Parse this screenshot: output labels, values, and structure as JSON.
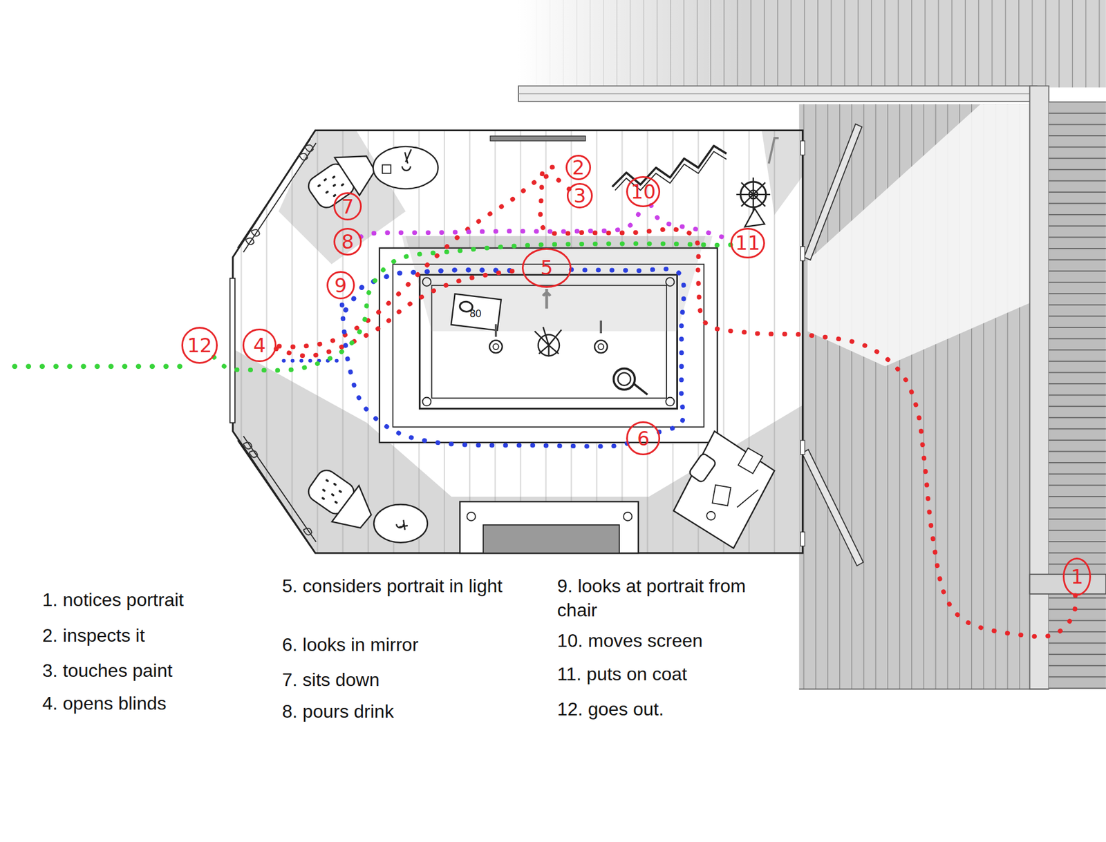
{
  "diagram": {
    "nodes": [
      {
        "text": [
          "1"
        ]
      },
      {
        "text": [
          "2"
        ]
      },
      {
        "text": [
          "3"
        ]
      },
      {
        "text": [
          "4"
        ]
      },
      {
        "text": [
          "5"
        ]
      },
      {
        "text": [
          "6"
        ]
      },
      {
        "text": [
          "7"
        ]
      },
      {
        "text": [
          "8"
        ]
      },
      {
        "text": [
          "9"
        ]
      },
      {
        "text": [
          "10"
        ]
      },
      {
        "text": [
          "11"
        ]
      },
      {
        "text": [
          "12"
        ]
      }
    ],
    "edges": [
      {
        "from": 0,
        "to": 1,
        "arrow": "none"
      },
      {
        "from": 2,
        "to": 3,
        "arrow": "none"
      },
      {
        "from": 3,
        "to": 4,
        "arrow": "none"
      },
      {
        "from": 4,
        "to": 5,
        "arrow": "none"
      },
      {
        "from": 5,
        "to": 8,
        "arrow": "none"
      },
      {
        "from": 7,
        "to": 9,
        "arrow": "none"
      },
      {
        "from": 9,
        "to": 10,
        "arrow": "none"
      },
      {
        "from": 10,
        "to": 11,
        "arrow": "none"
      }
    ],
    "labels": [
      "80",
      "1. notices portrait",
      "2. inspects it",
      "3. touches paint",
      "4. opens blinds",
      "5. considers portrait in light",
      "6. looks in mirror",
      "7. sits down",
      "8. pours drink",
      "9. looks at portrait from chair",
      "10. moves screen",
      "11. puts on coat",
      "12. goes out."
    ]
  }
}
